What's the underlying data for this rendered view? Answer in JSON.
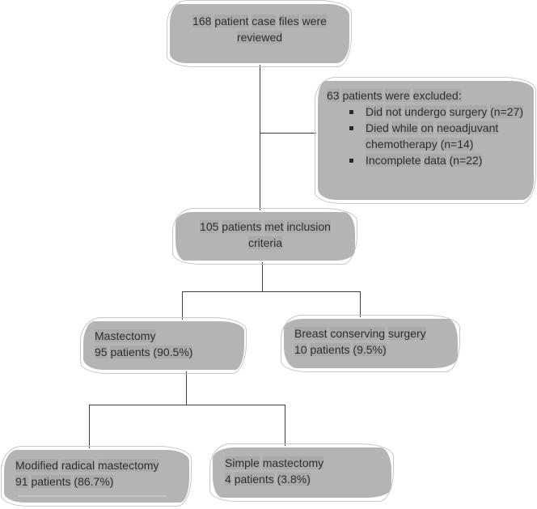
{
  "colors": {
    "box_fill": "#b4b4b4",
    "box_edge": "#c7c7c7",
    "connector": "#3f3f3f",
    "text": "#2e2e2e",
    "background": "#ffffff"
  },
  "flowchart": {
    "reviewed": {
      "text": "168 patient case files were reviewed"
    },
    "excluded": {
      "title": "63 patients were excluded:",
      "bullets": [
        "Did not undergo surgery (n=27)",
        "Died while on neoadjuvant chemotherapy (n=14)",
        "Incomplete data (n=22)"
      ]
    },
    "inclusion": {
      "text": "105 patients met inclusion criteria"
    },
    "mastectomy": {
      "name": "Mastectomy",
      "count": "95 patients (90.5%)"
    },
    "breast_conserving": {
      "name": "Breast conserving surgery",
      "count": "10 patients (9.5%)"
    },
    "modified_radical": {
      "name": "Modified radical mastectomy",
      "count": "91 patients (86.7%)"
    },
    "simple_mastectomy": {
      "name": "Simple mastectomy",
      "count": "4 patients (3.8%)"
    }
  }
}
